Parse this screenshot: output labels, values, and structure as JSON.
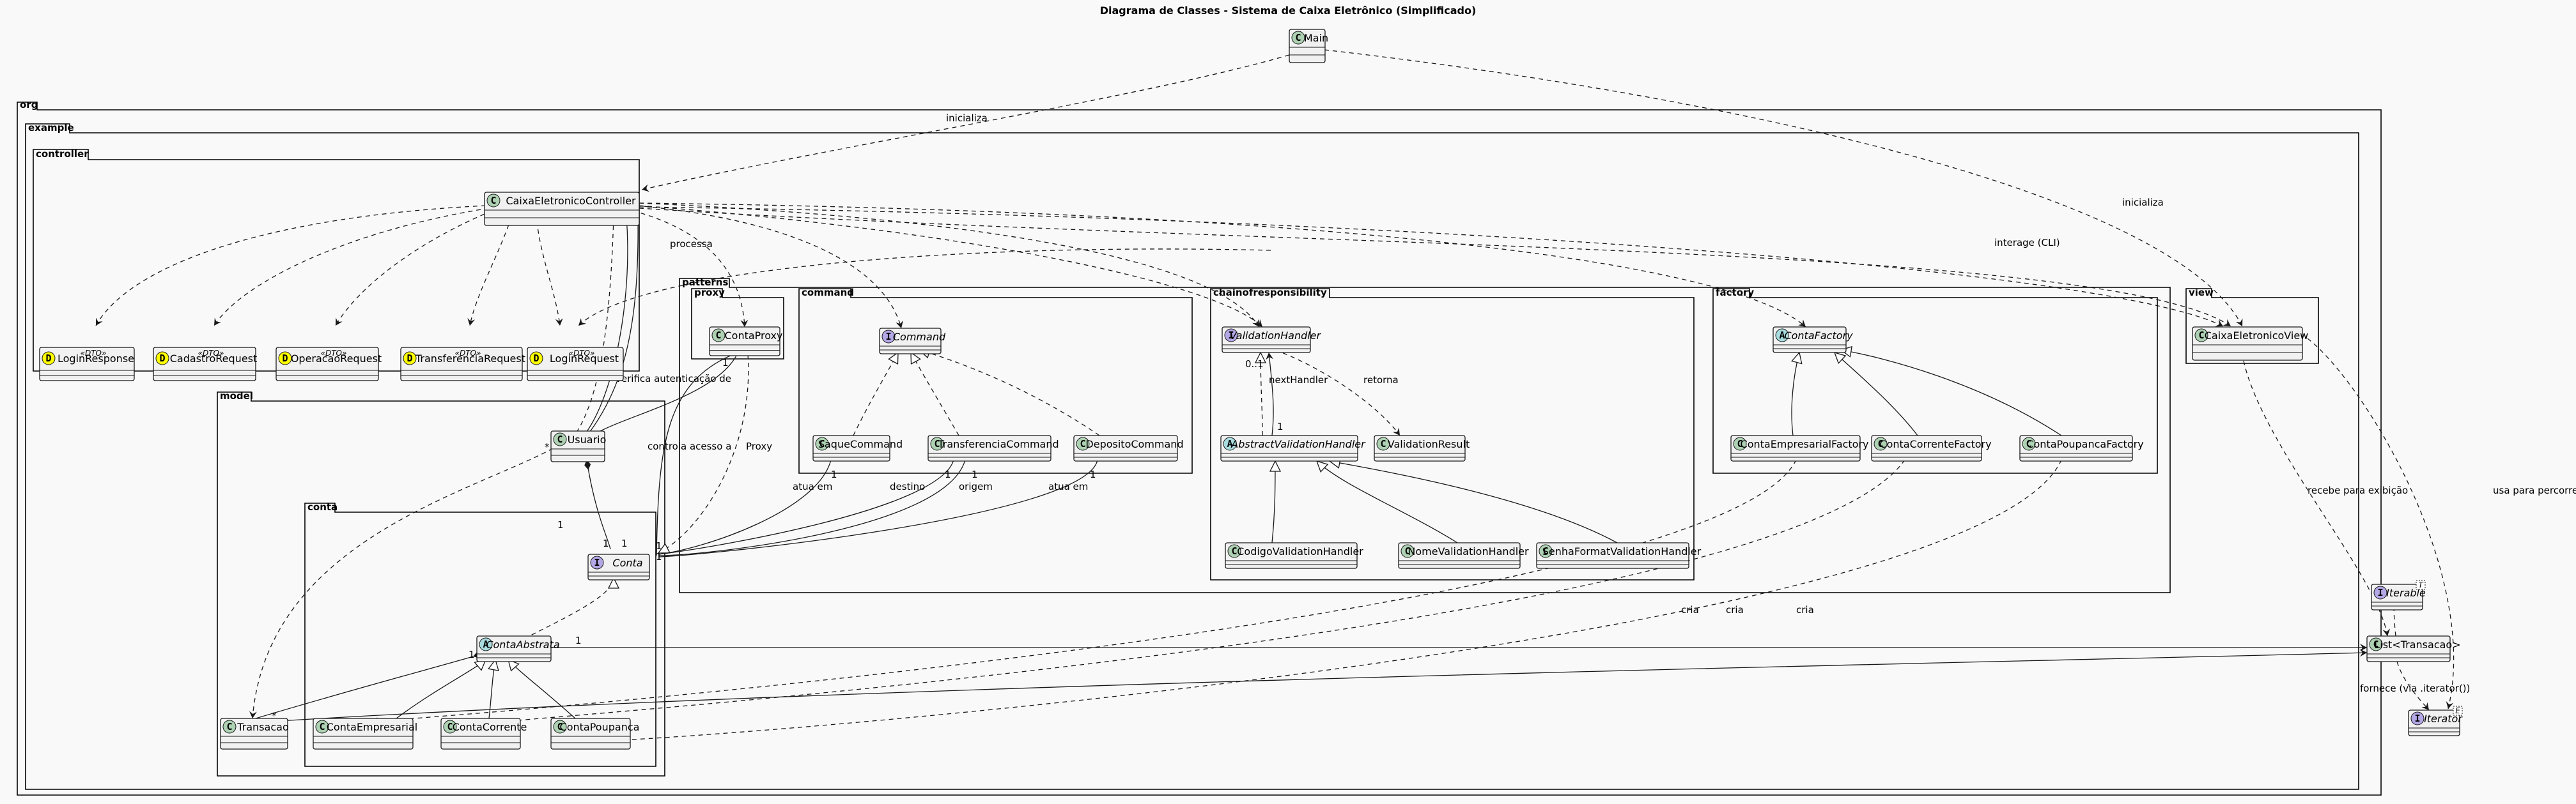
{
  "title": "Diagrama de Classes - Sistema de Caixa Eletrônico (Simplificado)",
  "packages": {
    "org": "org",
    "example": "example",
    "controller": "controller",
    "model": "model",
    "conta": "conta",
    "patterns": "patterns",
    "proxy": "proxy",
    "command": "command",
    "chain": "chainofresponsibility",
    "factory": "factory",
    "view": "view"
  },
  "classes": {
    "main": {
      "name": "Main",
      "kind": "C"
    },
    "controller": {
      "name": "CaixaEletronicoController",
      "kind": "C"
    },
    "loginResponse": {
      "name": "LoginResponse",
      "kind": "D",
      "stereotype": "«DTO»"
    },
    "cadastroRequest": {
      "name": "CadastroRequest",
      "kind": "D",
      "stereotype": "«DTO»"
    },
    "operacaoRequest": {
      "name": "OperacaoRequest",
      "kind": "D",
      "stereotype": "«DTO»"
    },
    "transferenciaRequest": {
      "name": "TransferenciaRequest",
      "kind": "D",
      "stereotype": "«DTO»"
    },
    "loginRequest": {
      "name": "LoginRequest",
      "kind": "D",
      "stereotype": "«DTO»"
    },
    "contaProxy": {
      "name": "ContaProxy",
      "kind": "C"
    },
    "command": {
      "name": "Command",
      "kind": "I"
    },
    "saqueCommand": {
      "name": "SaqueCommand",
      "kind": "C"
    },
    "transferenciaCommand": {
      "name": "TransferenciaCommand",
      "kind": "C"
    },
    "depositoCommand": {
      "name": "DepositoCommand",
      "kind": "C"
    },
    "validationHandler": {
      "name": "ValidationHandler",
      "kind": "I"
    },
    "abstractValidationHandler": {
      "name": "AbstractValidationHandler",
      "kind": "A"
    },
    "validationResult": {
      "name": "ValidationResult",
      "kind": "C"
    },
    "codigoValidationHandler": {
      "name": "CodigoValidationHandler",
      "kind": "C"
    },
    "nomeValidationHandler": {
      "name": "NomeValidationHandler",
      "kind": "C"
    },
    "senhaFormatValidationHandler": {
      "name": "SenhaFormatValidationHandler",
      "kind": "C"
    },
    "contaFactory": {
      "name": "ContaFactory",
      "kind": "A"
    },
    "contaEmpresarialFactory": {
      "name": "ContaEmpresarialFactory",
      "kind": "C"
    },
    "contaCorrenteFactory": {
      "name": "ContaCorrenteFactory",
      "kind": "C"
    },
    "contaPoupancaFactory": {
      "name": "ContaPoupancaFactory",
      "kind": "C"
    },
    "caixaEletronicoView": {
      "name": "CaixaEletronicoView",
      "kind": "C"
    },
    "usuario": {
      "name": "Usuario",
      "kind": "C"
    },
    "conta": {
      "name": "Conta",
      "kind": "I"
    },
    "contaAbstrata": {
      "name": "ContaAbstrata",
      "kind": "A"
    },
    "transacao": {
      "name": "Transacao",
      "kind": "C"
    },
    "contaEmpresarial": {
      "name": "ContaEmpresarial",
      "kind": "C"
    },
    "contaCorrente": {
      "name": "ContaCorrente",
      "kind": "C"
    },
    "contaPoupanca": {
      "name": "ContaPoupanca",
      "kind": "C"
    },
    "iterable": {
      "name": "Iterable",
      "kind": "I",
      "generic": "T"
    },
    "listTransacao": {
      "name": "List<Transacao>",
      "kind": "C"
    },
    "iterator": {
      "name": "Iterator",
      "kind": "I",
      "generic": "E"
    }
  },
  "edge_labels": {
    "inicializa1": "inicializa",
    "inicializa2": "inicializa",
    "processa": "processa",
    "interage": "interage (CLI)",
    "verifica": "verifica autenticação de",
    "controla": "controla acesso a",
    "proxy": "Proxy",
    "nextHandler": "nextHandler",
    "retorna": "retorna",
    "atuaEm1": "atua em",
    "destino": "destino",
    "origem": "origem",
    "atuaEm2": "atua em",
    "cria1": "cria",
    "cria2": "cria",
    "cria3": "cria",
    "recebe": "recebe para exibição",
    "usaPara": "usa para percorrer",
    "fornece": "fornece (via .iterator())"
  },
  "multiplicities": {
    "m_star": "*",
    "m_one": "1",
    "m_zero_one": "0..1"
  },
  "colors": {
    "class_C": "#add1b2",
    "class_I": "#b4a7e5",
    "class_A": "#a9dcdf",
    "class_D": "#ffff00",
    "background": "#f9f9f9",
    "class_fill": "#f1f1f1"
  }
}
